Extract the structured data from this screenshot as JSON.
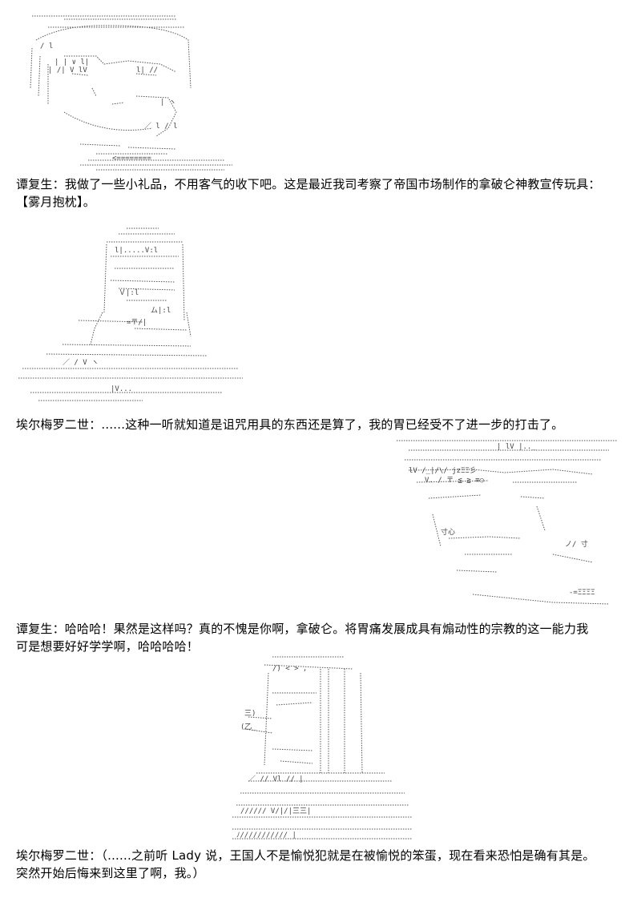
{
  "dialogue": [
    {
      "speaker": "谭复生",
      "lines": [
        "谭复生：我做了一些小礼品，不用客气的收下吧。这是最近我司考察了帝国市场制作的拿破仑神教宣传玩具：",
        "【雾月抱枕】。"
      ]
    },
    {
      "speaker": "埃尔梅罗二世",
      "lines": [
        "埃尔梅罗二世：......这种一听就知道是诅咒用具的东西还是算了，我的胃已经受不了进一步的打击了。"
      ]
    },
    {
      "speaker": "谭复生",
      "lines": [
        "谭复生：哈哈哈！果然是这样吗？真的不愧是你啊，拿破仑。将胃痛发展成具有煽动性的宗教的这一能力我",
        "可是想要好好学学啊，哈哈哈哈！"
      ]
    },
    {
      "speaker": "埃尔梅罗二世",
      "lines": [
        "埃尔梅罗二世：（......之前听 Lady 说，王国人不是愉悦犯就是在被愉悦的笨蛋，现在看来恐怕是确有其是。",
        "突然开始后悔来到这里了啊，我。）"
      ]
    }
  ],
  "art": [
    {
      "subject": "character-portrait-1"
    },
    {
      "subject": "character-portrait-2"
    },
    {
      "subject": "character-portrait-3"
    },
    {
      "subject": "character-portrait-4"
    }
  ]
}
